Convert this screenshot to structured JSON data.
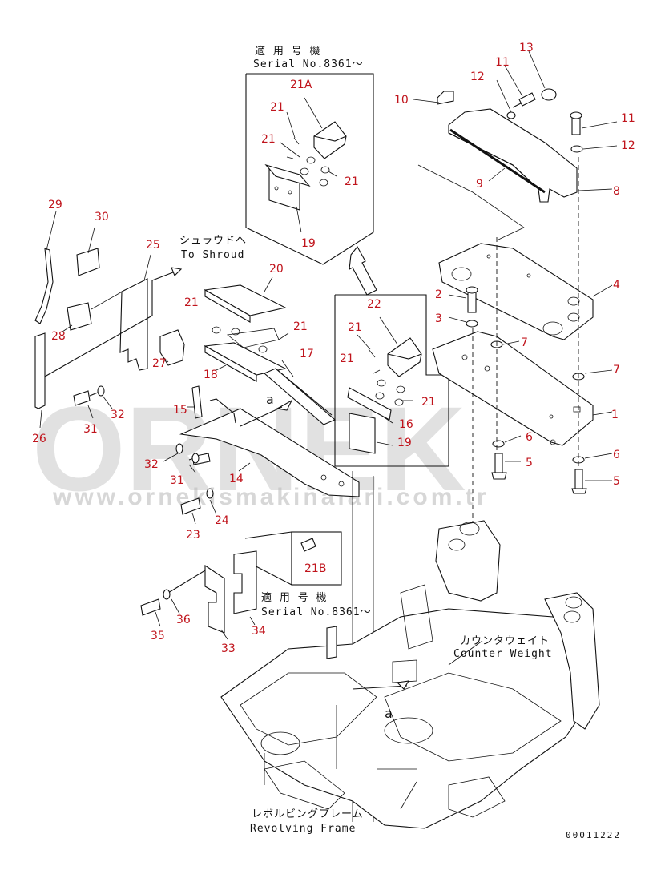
{
  "notes": {
    "serial_top_jp": "適 用 号 機",
    "serial_top_en": "Serial No.8361～",
    "serial_mid_jp": "適 用 号 機",
    "serial_mid_en": "Serial No.8361～",
    "shroud_jp": "シュラウドへ",
    "shroud_en": "To Shroud",
    "cw_jp": "カウンタウェイト",
    "cw_en": "Counter Weight",
    "frame_jp": "レボルビングフレーム",
    "frame_en": "Revolving Frame",
    "ref_a1": "a",
    "ref_a2": "a",
    "drawing_code": "00011222"
  },
  "watermark": {
    "brand": "ORNEK",
    "url": "www.ornekismakinalari.com.tr"
  },
  "callouts": [
    "1",
    "2",
    "3",
    "4",
    "5",
    "5",
    "6",
    "6",
    "7",
    "7",
    "8",
    "9",
    "10",
    "11",
    "11",
    "12",
    "12",
    "13",
    "14",
    "15",
    "16",
    "17",
    "18",
    "19",
    "19",
    "20",
    "21",
    "21",
    "21",
    "21",
    "21",
    "21",
    "21",
    "21",
    "21A",
    "21B",
    "22",
    "23",
    "24",
    "25",
    "26",
    "27",
    "28",
    "29",
    "30",
    "31",
    "31",
    "32",
    "32",
    "33",
    "34",
    "35",
    "36"
  ],
  "colors": {
    "callout": "#c0141c",
    "line": "#111111",
    "watermark": "#c9c9c9"
  }
}
